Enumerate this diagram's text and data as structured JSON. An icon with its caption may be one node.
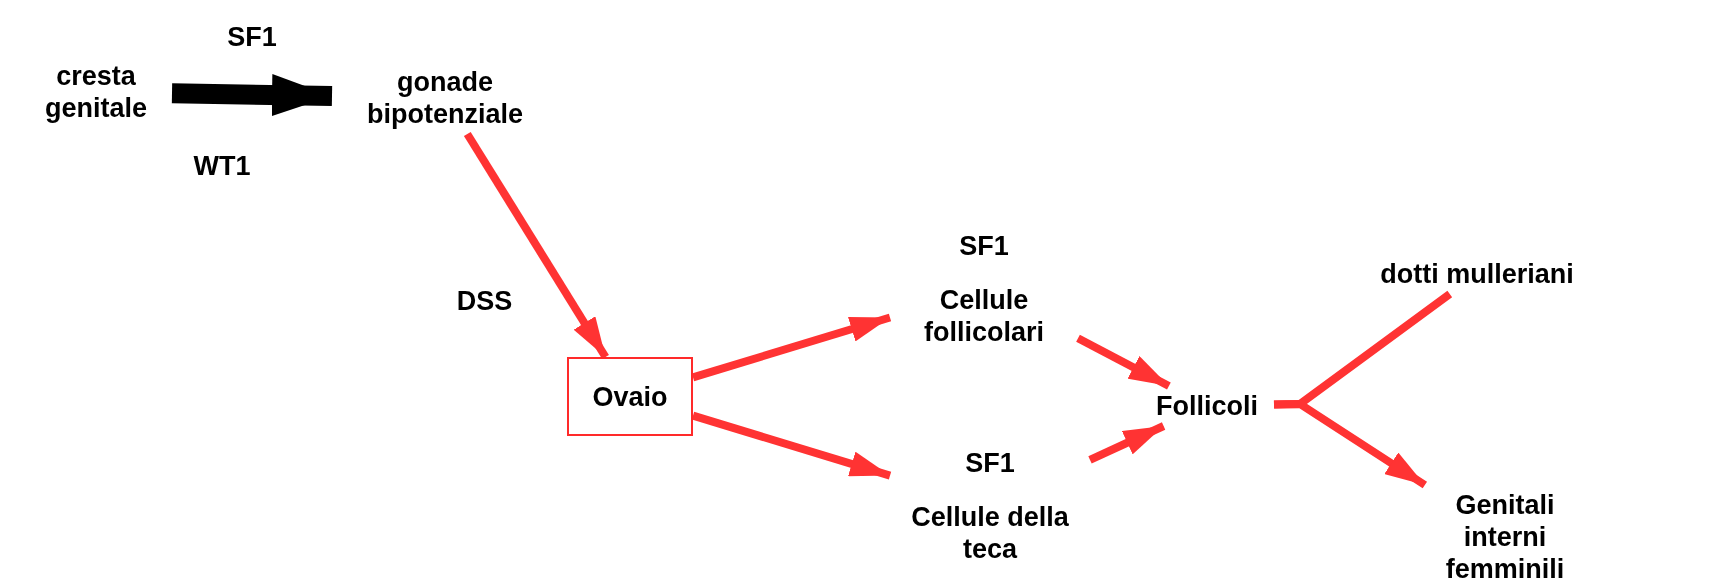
{
  "diagram": {
    "nodes": [
      {
        "text": [
          "cresta genitale"
        ]
      },
      {
        "text": [
          "gonade bipotenziale"
        ]
      },
      {
        "text": [
          "Ovaio"
        ]
      },
      {
        "text": [
          "SF1",
          "Cellule follicolari"
        ]
      },
      {
        "text": [
          "SF1",
          "Cellule della teca"
        ]
      },
      {
        "text": [
          "Follicoli"
        ]
      },
      {
        "text": [
          "dotti mulleriani"
        ]
      },
      {
        "text": [
          "Genitali interni femminili"
        ]
      }
    ],
    "edges": [
      {
        "from": 0,
        "to": 1,
        "arrow": "to",
        "label": "SF1",
        "style": "thick",
        "color": "#000000"
      },
      {
        "from": 1,
        "to": 2,
        "arrow": "to",
        "label": "DSS"
      },
      {
        "from": 2,
        "to": 3,
        "arrow": "to"
      },
      {
        "from": 2,
        "to": 4,
        "arrow": "to"
      },
      {
        "from": 3,
        "to": 5,
        "arrow": "to"
      },
      {
        "from": 4,
        "to": 5,
        "arrow": "to"
      },
      {
        "from": 5,
        "to": 6,
        "arrow": "none"
      },
      {
        "from": 5,
        "to": 7,
        "arrow": "to"
      }
    ],
    "labels": [
      "WT1"
    ]
  }
}
